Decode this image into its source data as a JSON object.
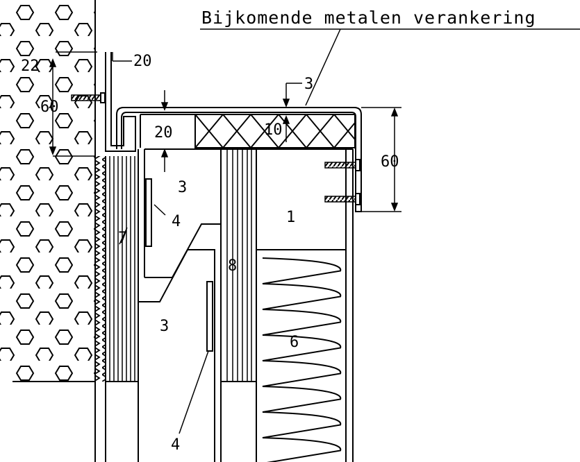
{
  "title": "Bijkomende metalen verankering",
  "dimensions": {
    "d22": "22",
    "d20_top": "20",
    "d60_left": "60",
    "d3": "3",
    "d20_gap": "20",
    "d10": "10",
    "d60_right": "60"
  },
  "parts": {
    "p1": "1",
    "p3_upper": "3",
    "p3_lower": "3",
    "p4_upper": "4",
    "p4_lower": "4",
    "p6": "6",
    "p7": "7",
    "p8": "8"
  },
  "colors": {
    "ink": "#000000",
    "paper": "#ffffff"
  }
}
